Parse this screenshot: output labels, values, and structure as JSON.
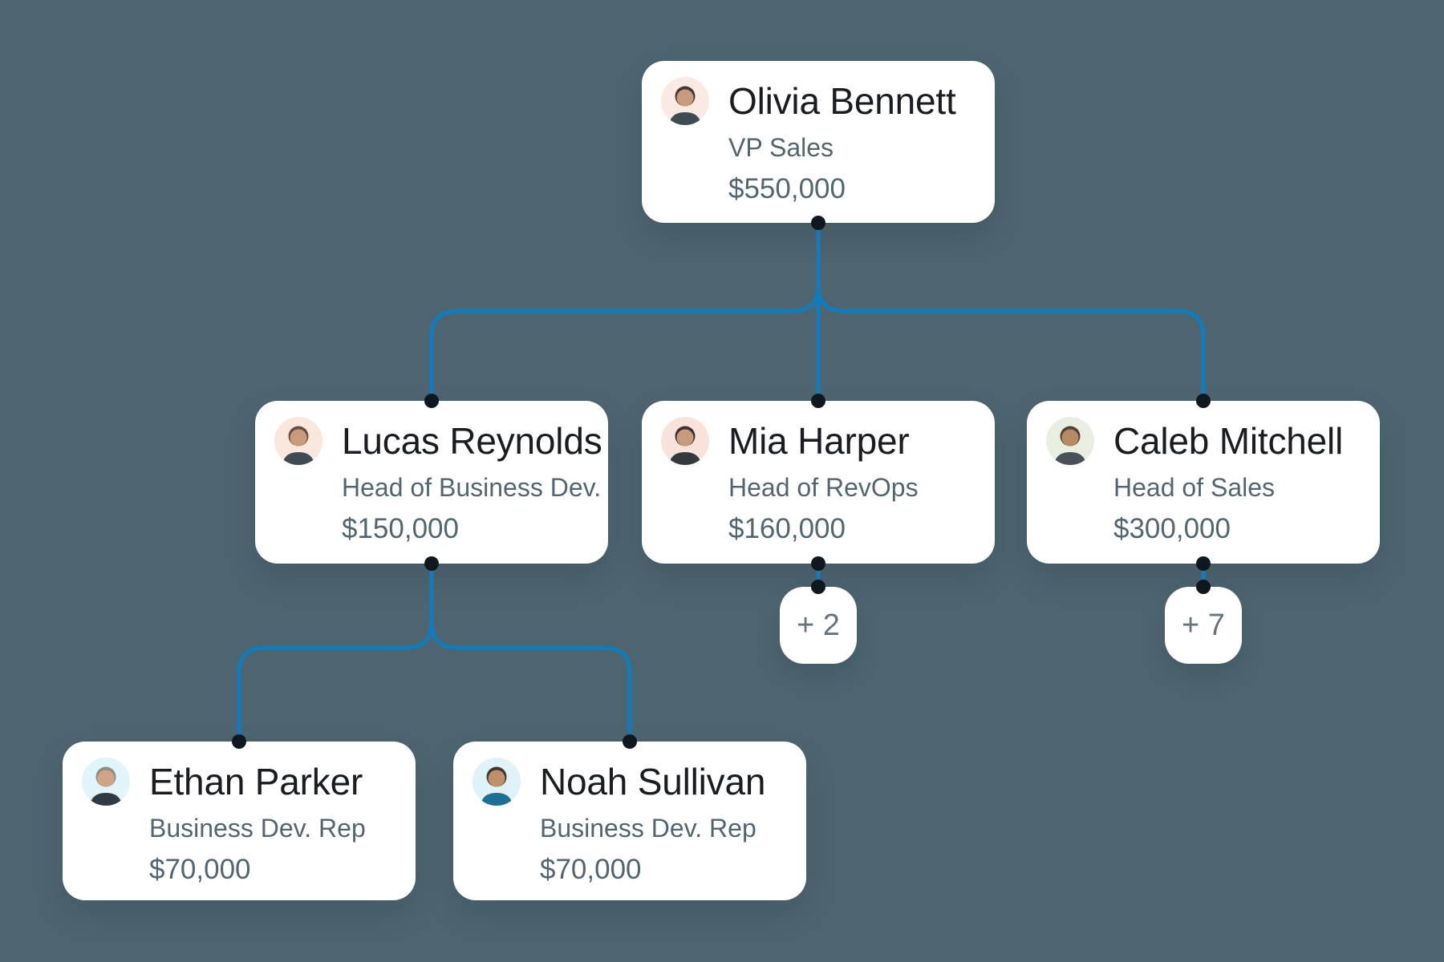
{
  "colors": {
    "background": "#4d6570",
    "connector": "#0f7cbe",
    "dot": "#10181f",
    "card_bg": "#ffffff",
    "name_text": "#191d21",
    "secondary_text": "#54656f"
  },
  "people": [
    {
      "name": "Olivia Bennett",
      "title": "VP Sales",
      "salary": "$550,000",
      "avatar_bg": "#fbeae3",
      "avatar": "woman-dark-hair",
      "reports_to": null
    },
    {
      "name": "Lucas Reynolds",
      "title": "Head of Business Dev.",
      "salary": "$150,000",
      "avatar_bg": "#f9e6dd",
      "avatar": "man-short-hair",
      "reports_to": "Olivia Bennett"
    },
    {
      "name": "Mia Harper",
      "title": "Head of RevOps",
      "salary": "$160,000",
      "avatar_bg": "#f8e2da",
      "avatar": "woman-long-hair",
      "reports_to": "Olivia Bennett"
    },
    {
      "name": "Caleb Mitchell",
      "title": "Head of Sales",
      "salary": "$300,000",
      "avatar_bg": "#e9efe0",
      "avatar": "man-long-hair",
      "reports_to": "Olivia Bennett"
    },
    {
      "name": "Ethan Parker",
      "title": "Business Dev. Rep",
      "salary": "$70,000",
      "avatar_bg": "#e0f4f9",
      "avatar": "man-short-hair",
      "reports_to": "Lucas Reynolds"
    },
    {
      "name": "Noah Sullivan",
      "title": "Business Dev. Rep",
      "salary": "$70,000",
      "avatar_bg": "#def2f8",
      "avatar": "man-beard",
      "reports_to": "Lucas Reynolds"
    }
  ],
  "badges": [
    {
      "label": "+ 2",
      "under": "Mia Harper"
    },
    {
      "label": "+ 7",
      "under": "Caleb Mitchell"
    }
  ]
}
